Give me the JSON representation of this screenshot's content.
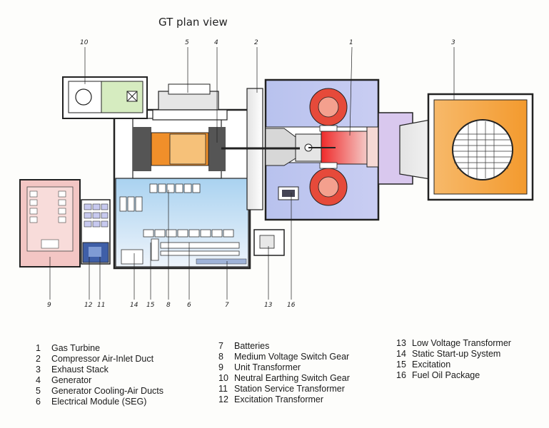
{
  "title": "GT plan view",
  "callouts": {
    "c1": "1",
    "c2": "2",
    "c3": "3",
    "c4": "4",
    "c5": "5",
    "c6": "6",
    "c7": "7",
    "c8": "8",
    "c9": "9",
    "c10": "10",
    "c11": "11",
    "c12": "12",
    "c13": "13",
    "c14": "14",
    "c15": "15",
    "c16": "16"
  },
  "legend": [
    {
      "num": "1",
      "label": "Gas Turbine"
    },
    {
      "num": "2",
      "label": "Compressor Air-Inlet Duct"
    },
    {
      "num": "3",
      "label": "Exhaust Stack"
    },
    {
      "num": "4",
      "label": "Generator"
    },
    {
      "num": "5",
      "label": "Generator Cooling-Air Ducts"
    },
    {
      "num": "6",
      "label": "Electrical Module (SEG)"
    },
    {
      "num": "7",
      "label": "Batteries"
    },
    {
      "num": "8",
      "label": "Medium Voltage Switch Gear"
    },
    {
      "num": "9",
      "label": "Unit Transformer"
    },
    {
      "num": "10",
      "label": "Neutral Earthing Switch Gear"
    },
    {
      "num": "11",
      "label": "Station Service Transformer"
    },
    {
      "num": "12",
      "label": "Excitation Transformer"
    },
    {
      "num": "13",
      "label": "Low Voltage Transformer"
    },
    {
      "num": "14",
      "label": "Static Start-up System"
    },
    {
      "num": "15",
      "label": "Excitation"
    },
    {
      "num": "16",
      "label": "Fuel Oil Package"
    }
  ],
  "colors": {
    "turbine_hall": "#b9c6ee",
    "electrical_module": "#cfe4f6",
    "exhaust": "#f3a23c",
    "generator": "#f08f2a",
    "hot_section": "#e8262a",
    "transformer_pink": "#f3c6c4",
    "neutral_green": "#d6ecc0",
    "excitation_blue": "#3f5fa8",
    "outline": "#222222"
  }
}
